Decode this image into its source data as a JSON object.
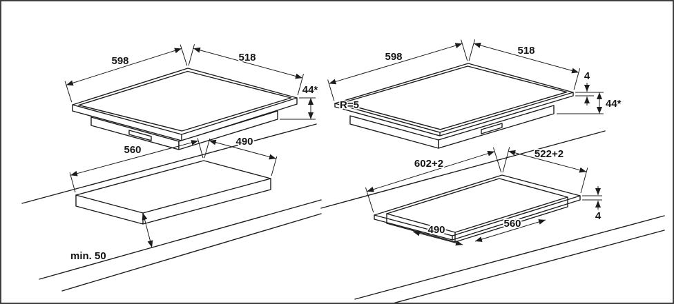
{
  "diagram": {
    "line_color": "#1c1c1c",
    "surface_mount": {
      "top_view": {
        "width": "598",
        "depth": "518",
        "height": "44*"
      },
      "cutout_view": {
        "width": "560",
        "depth": "490",
        "front_clearance": "min. 50"
      }
    },
    "flush_mount": {
      "top_view": {
        "width": "598",
        "depth": "518",
        "glass_thickness": "4",
        "height": "44*",
        "corner_radius": "R=5"
      },
      "cutout_view": {
        "width": "602+2",
        "depth": "522+2",
        "rebate_depth": "4",
        "inner_width": "560",
        "inner_depth": "490"
      }
    }
  }
}
